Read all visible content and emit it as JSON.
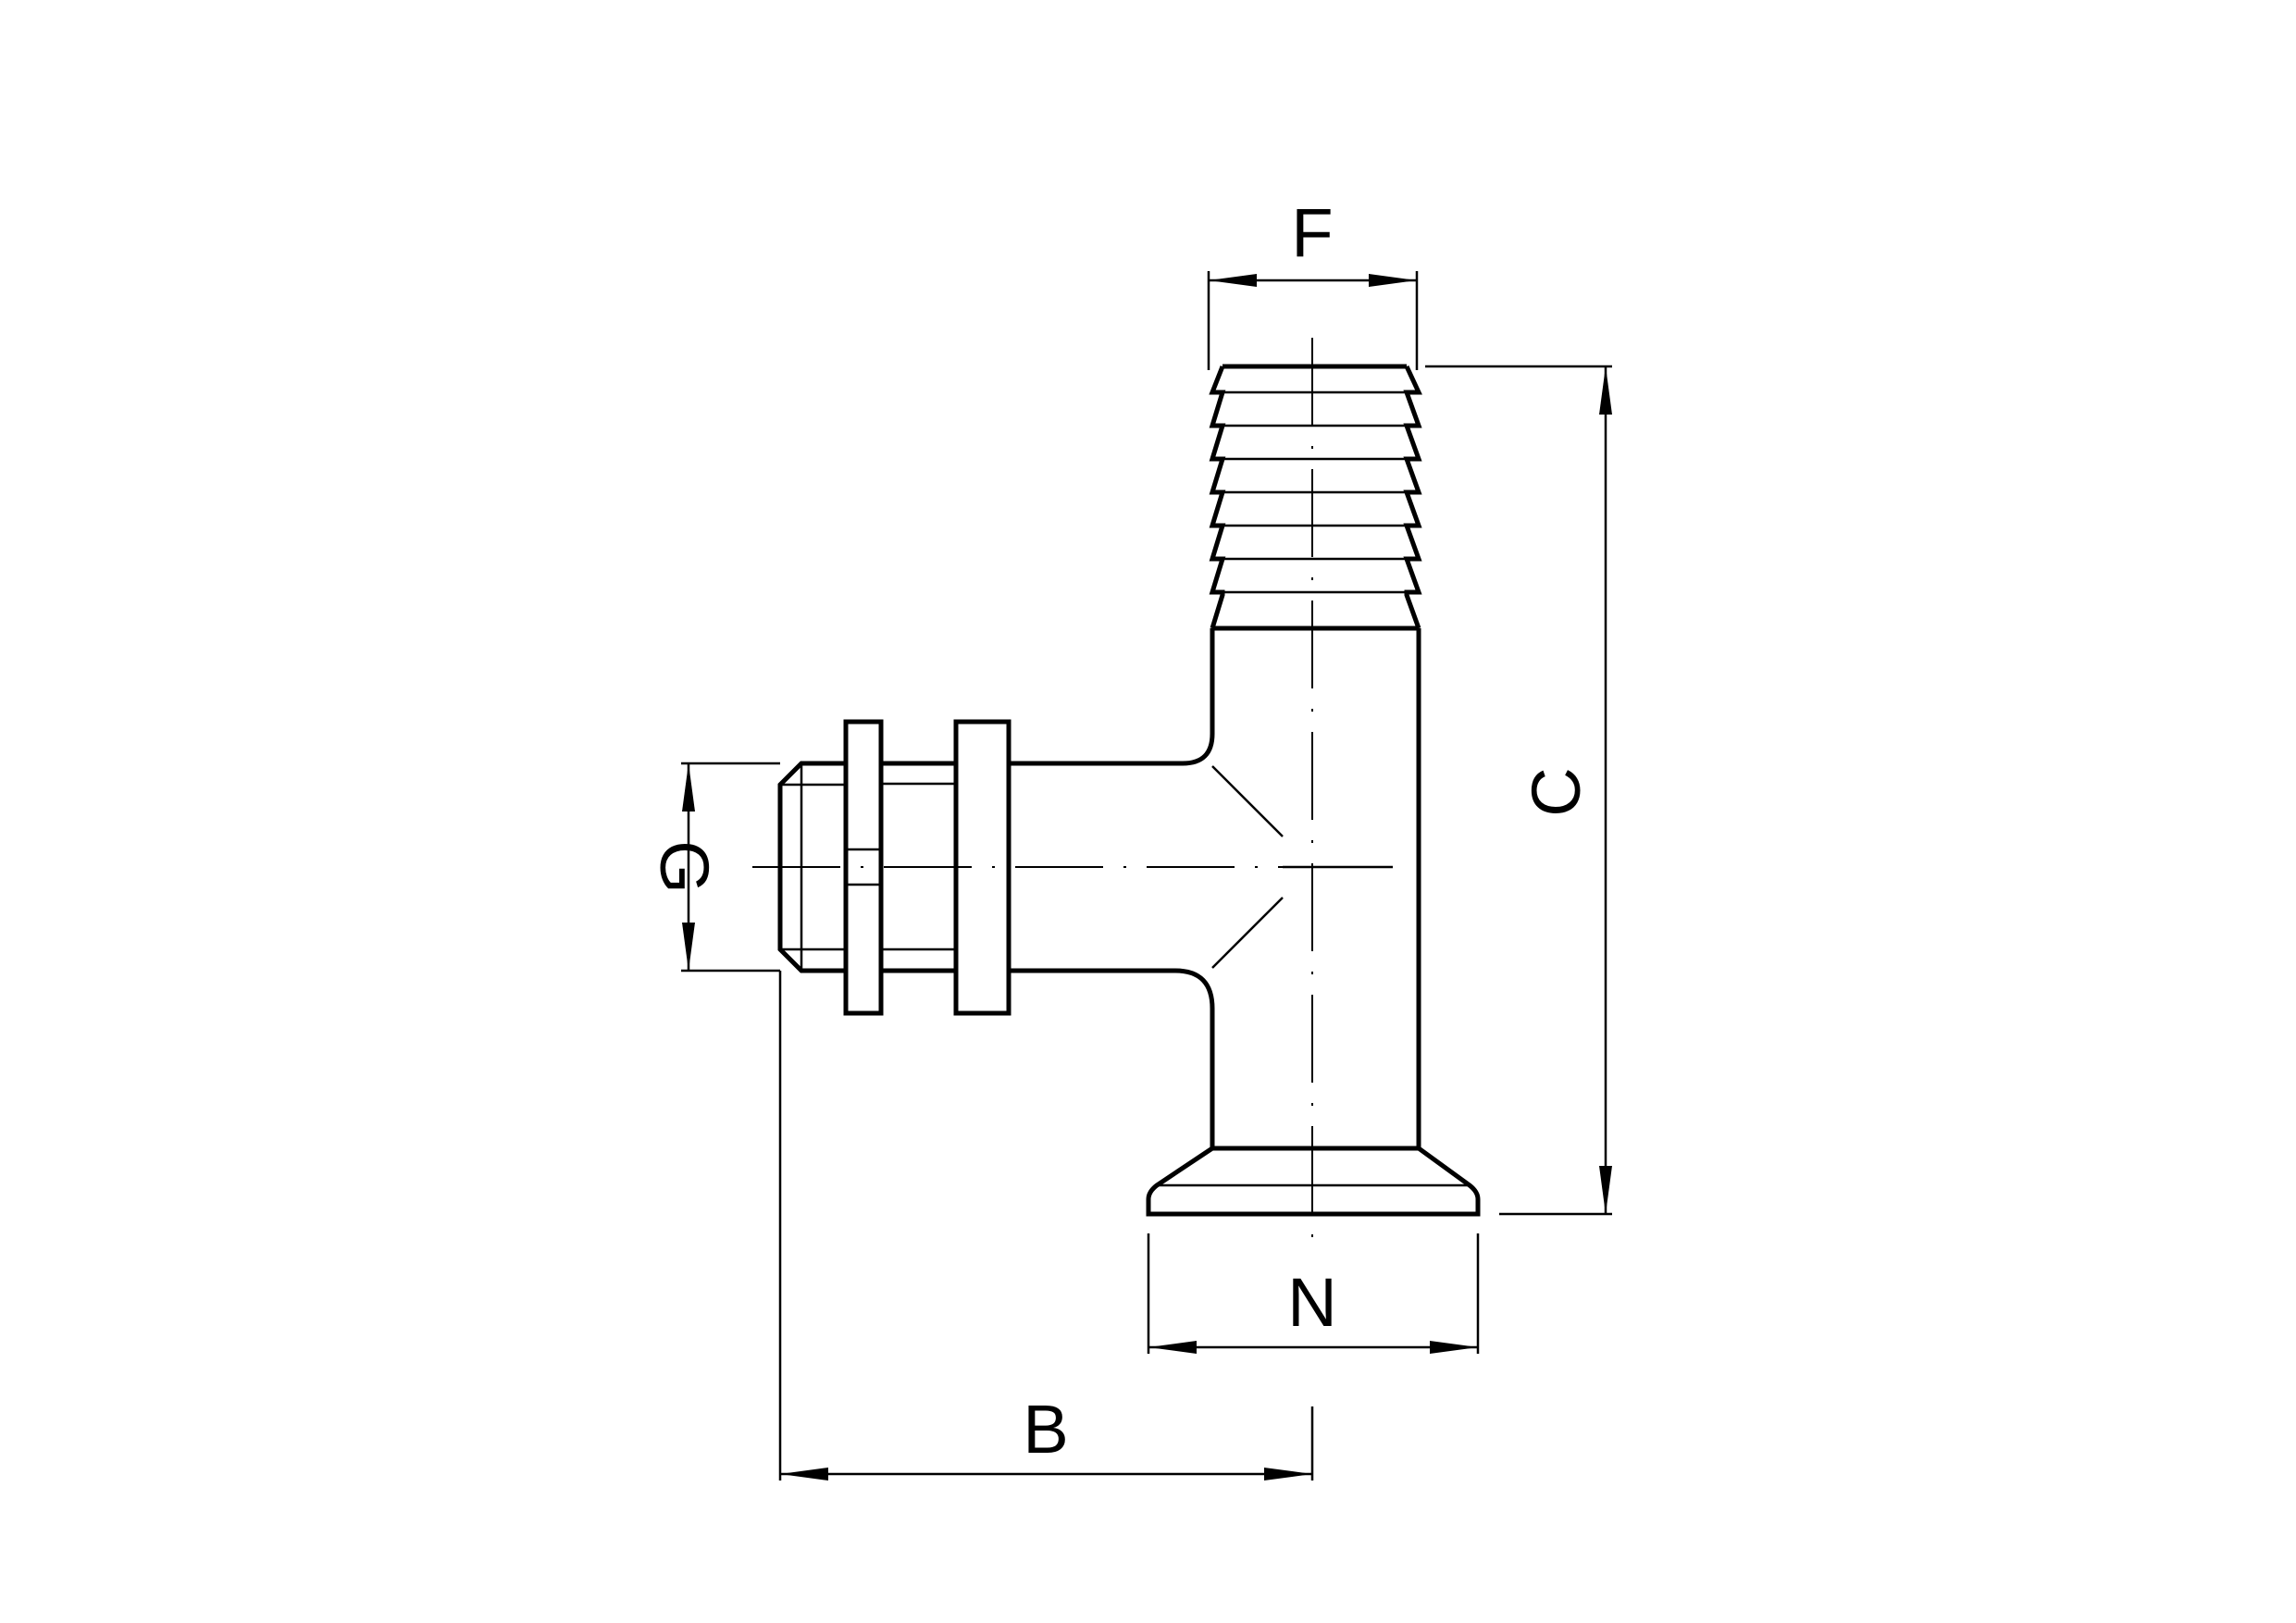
{
  "dimensions": {
    "F": "F",
    "C": "C",
    "G": "G",
    "N": "N",
    "B": "B"
  }
}
